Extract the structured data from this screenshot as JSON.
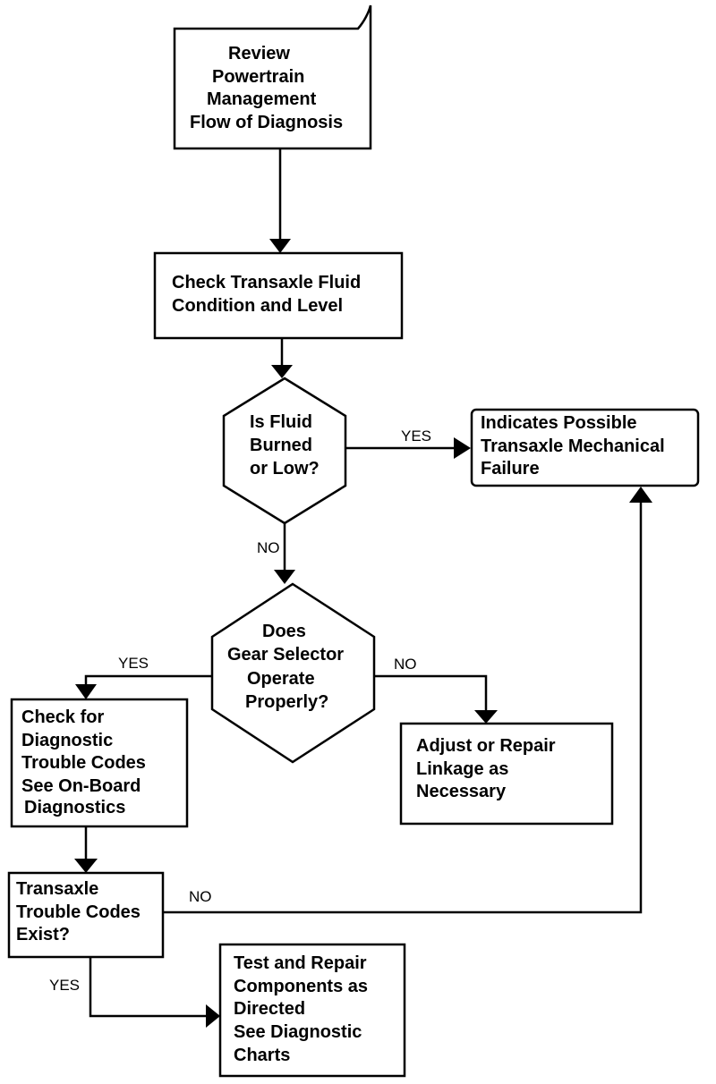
{
  "nodes": {
    "review": {
      "lines": [
        "Review",
        "Powertrain",
        "Management",
        "Flow of Diagnosis"
      ]
    },
    "check_fluid": {
      "lines": [
        "Check Transaxle Fluid",
        "Condition and Level"
      ]
    },
    "fluid_burned": {
      "lines": [
        "Is Fluid",
        "Burned",
        "or Low?"
      ]
    },
    "mechanical_failure": {
      "lines": [
        "Indicates Possible",
        "Transaxle Mechanical",
        "Failure"
      ]
    },
    "gear_selector": {
      "lines": [
        "Does",
        "Gear Selector",
        "Operate",
        "Properly?"
      ]
    },
    "check_codes": {
      "lines": [
        "Check for",
        "Diagnostic",
        "Trouble Codes",
        "See On-Board",
        "Diagnostics"
      ]
    },
    "adjust_linkage": {
      "lines": [
        "Adjust or Repair",
        "Linkage as",
        "Necessary"
      ]
    },
    "codes_exist": {
      "lines": [
        "Transaxle",
        "Trouble Codes",
        "Exist?"
      ]
    },
    "test_repair": {
      "lines": [
        "Test and Repair",
        "Components as",
        "Directed",
        "See Diagnostic",
        "Charts"
      ]
    }
  },
  "edges": {
    "fluid_yes": "YES",
    "fluid_no": "NO",
    "gear_yes": "YES",
    "gear_no": "NO",
    "codes_no": "NO",
    "codes_yes": "YES"
  },
  "colors": {
    "stroke": "#000000",
    "fill": "#ffffff"
  }
}
